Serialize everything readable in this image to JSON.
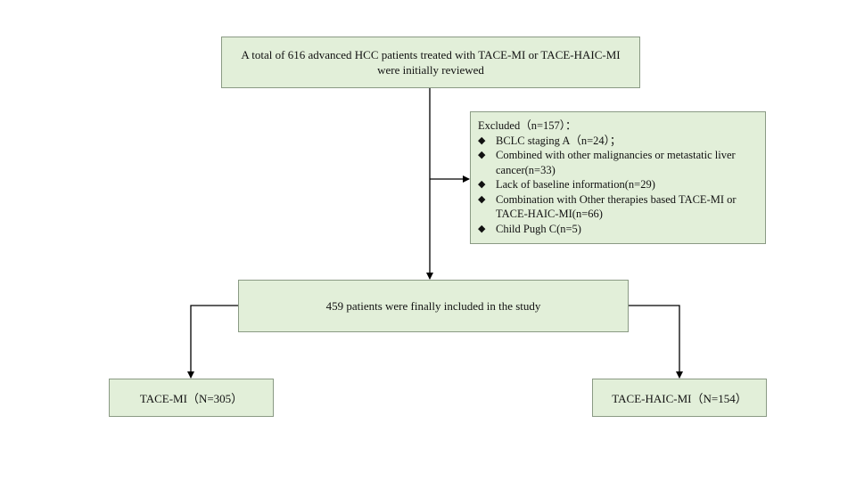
{
  "boxes": {
    "total": "A total of 616 advanced HCC patients treated with TACE-MI or TACE-HAIC-MI were initially reviewed",
    "excluded": {
      "title": "Excluded（n=157）：",
      "items": [
        "BCLC staging A（n=24）；",
        "Combined with other malignancies or metastatic liver cancer(n=33)",
        "Lack of baseline information(n=29)",
        "Combination with Other therapies based TACE-MI or TACE-HAIC-MI(n=66)",
        "Child Pugh C(n=5)"
      ]
    },
    "included": "459 patients were finally included in the study",
    "tace_mi": "TACE-MI（N=305）",
    "tace_haic_mi": "TACE-HAIC-MI（N=154）"
  },
  "icons": {
    "bullet": "◆"
  },
  "colors": {
    "box_fill": "#e2efd9",
    "box_border": "#8a9a84",
    "line": "#000000"
  }
}
